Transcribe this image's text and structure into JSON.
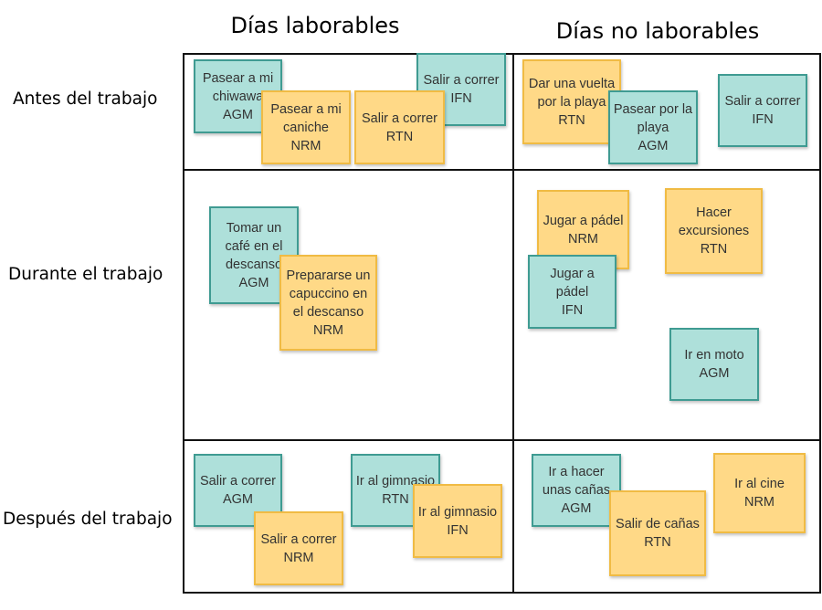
{
  "headers": {
    "columns": [
      "Días laborables",
      "Días no laborables"
    ],
    "rows": [
      "Antes del trabajo",
      "Durante el trabajo",
      "Después del trabajo"
    ]
  },
  "colors": {
    "teal": "#aee0da",
    "teal_border": "#3f9b92",
    "yellow": "#ffd987",
    "yellow_border": "#f0bb44"
  },
  "notes": {
    "n1": [
      "Pasear a mi",
      "chiwawa",
      "AGM"
    ],
    "n2": [
      "Salir a correr",
      "IFN"
    ],
    "n3": [
      "Pasear a mi",
      "caniche",
      "NRM"
    ],
    "n4": [
      "Salir a correr",
      "RTN"
    ],
    "n5": [
      "Dar una vuelta",
      "por la playa",
      "RTN"
    ],
    "n6": [
      "Pasear por la",
      "playa",
      "AGM"
    ],
    "n7": [
      "Salir a correr",
      "IFN"
    ],
    "n8": [
      "Tomar un",
      "café en el",
      "descanso",
      "AGM"
    ],
    "n9": [
      "Prepararse un",
      "capuccino en",
      "el descanso",
      "NRM"
    ],
    "n10": [
      "Jugar a pádel",
      "NRM"
    ],
    "n11": [
      "Hacer",
      "excursiones",
      "RTN"
    ],
    "n12": [
      "Jugar a",
      "pádel",
      "IFN"
    ],
    "n13": [
      "Ir en moto",
      "AGM"
    ],
    "n14": [
      "Salir a correr",
      "AGM"
    ],
    "n15": [
      "Ir al gimnasio",
      "RTN"
    ],
    "n16": [
      "Salir a correr",
      "NRM"
    ],
    "n17": [
      "Ir al gimnasio",
      "IFN"
    ],
    "n18": [
      "Ir a hacer",
      "unas cañas",
      "AGM"
    ],
    "n19": [
      "Ir al cine",
      "NRM"
    ],
    "n20": [
      "Salir de cañas",
      "RTN"
    ]
  }
}
